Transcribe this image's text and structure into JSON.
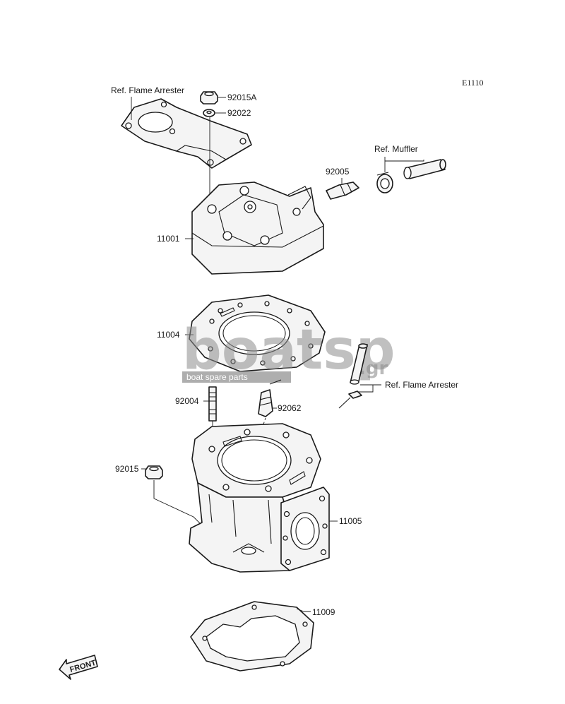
{
  "diagram_code": "E1110",
  "labels": {
    "ref_flame_arrester_top": "Ref. Flame Arrester",
    "ref_flame_arrester_mid": "Ref. Flame Arrester",
    "ref_muffler": "Ref. Muffler"
  },
  "parts": {
    "p92015A": "92015A",
    "p92022": "92022",
    "p92005": "92005",
    "p11001": "11001",
    "p11004": "11004",
    "p92004": "92004",
    "p92062": "92062",
    "p92015": "92015",
    "p11005": "11005",
    "p11009": "11009"
  },
  "watermark": {
    "brand": "boatsp",
    "suffix": ".gr",
    "tagline": "boat spare parts"
  },
  "front_label": "FRONT",
  "colors": {
    "line": "#1a1a1a",
    "watermark": "#8e8e8e",
    "tagline_bg": "#9a9a9a"
  }
}
